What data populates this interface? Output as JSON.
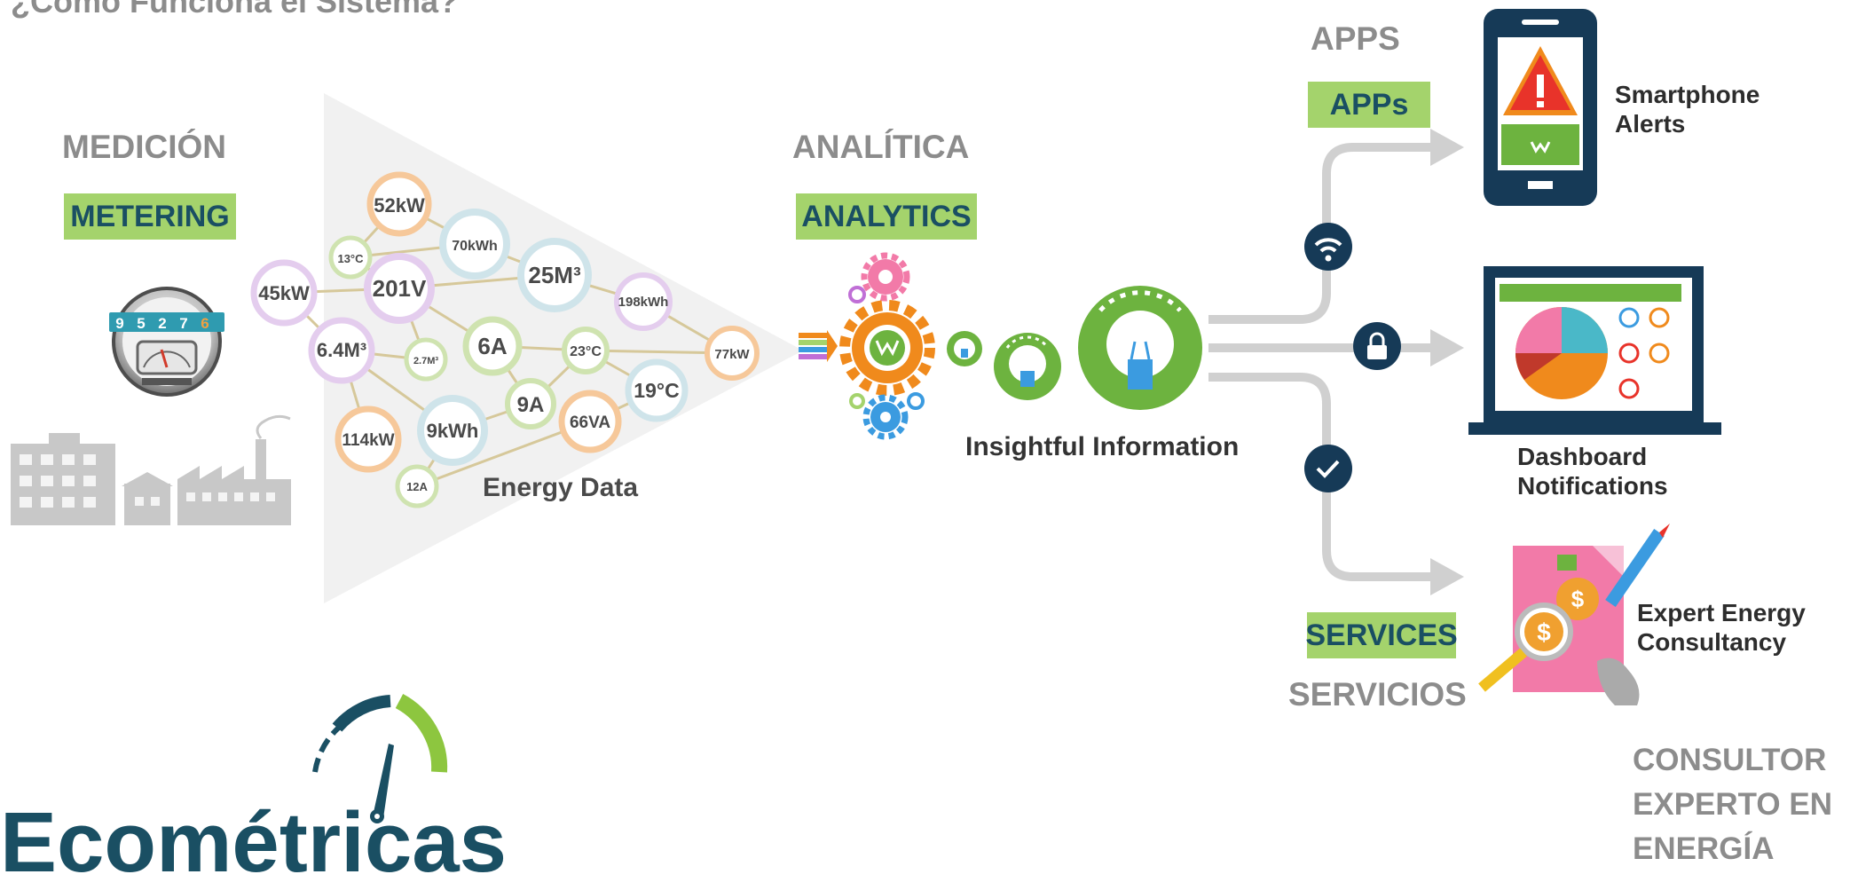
{
  "title": "¿Cómo Funciona el Sistema?",
  "sections": {
    "medicion": "MEDICIÓN",
    "metering": "METERING",
    "analitica": "ANALÍTICA",
    "analytics": "ANALYTICS",
    "apps_es": "APPS",
    "apps_en": "APPs",
    "services_en": "SERVICES",
    "servicios_es": "SERVICIOS"
  },
  "meter_digits": [
    "9",
    "5",
    "2",
    "7",
    "6"
  ],
  "energy_values": [
    "52kW",
    "13°C",
    "70kWh",
    "45kW",
    "201V",
    "25M³",
    "198kWh",
    "6.4M³",
    "2.7M³",
    "6A",
    "23°C",
    "77kW",
    "9A",
    "19°C",
    "114kW",
    "9kWh",
    "66VA",
    "12A"
  ],
  "energy_data_label": "Energy Data",
  "insight_label": "Insightful Information",
  "outputs": {
    "smartphone_line1": "Smartphone",
    "smartphone_line2": "Alerts",
    "dashboard_line1": "Dashboard",
    "dashboard_line2": "Notifications",
    "expert_line1": "Expert Energy",
    "expert_line2": "Consultancy"
  },
  "consultor": [
    "CONSULTOR",
    "EXPERTO EN",
    "ENERGÍA"
  ],
  "logo_text": "Ecométricas",
  "colors": {
    "green": "#a4d36c",
    "dark_teal": "#1a4f63",
    "orange": "#f08a1c",
    "blue": "#3b9be0",
    "pink": "#f27aa8",
    "navy": "#163a57"
  }
}
